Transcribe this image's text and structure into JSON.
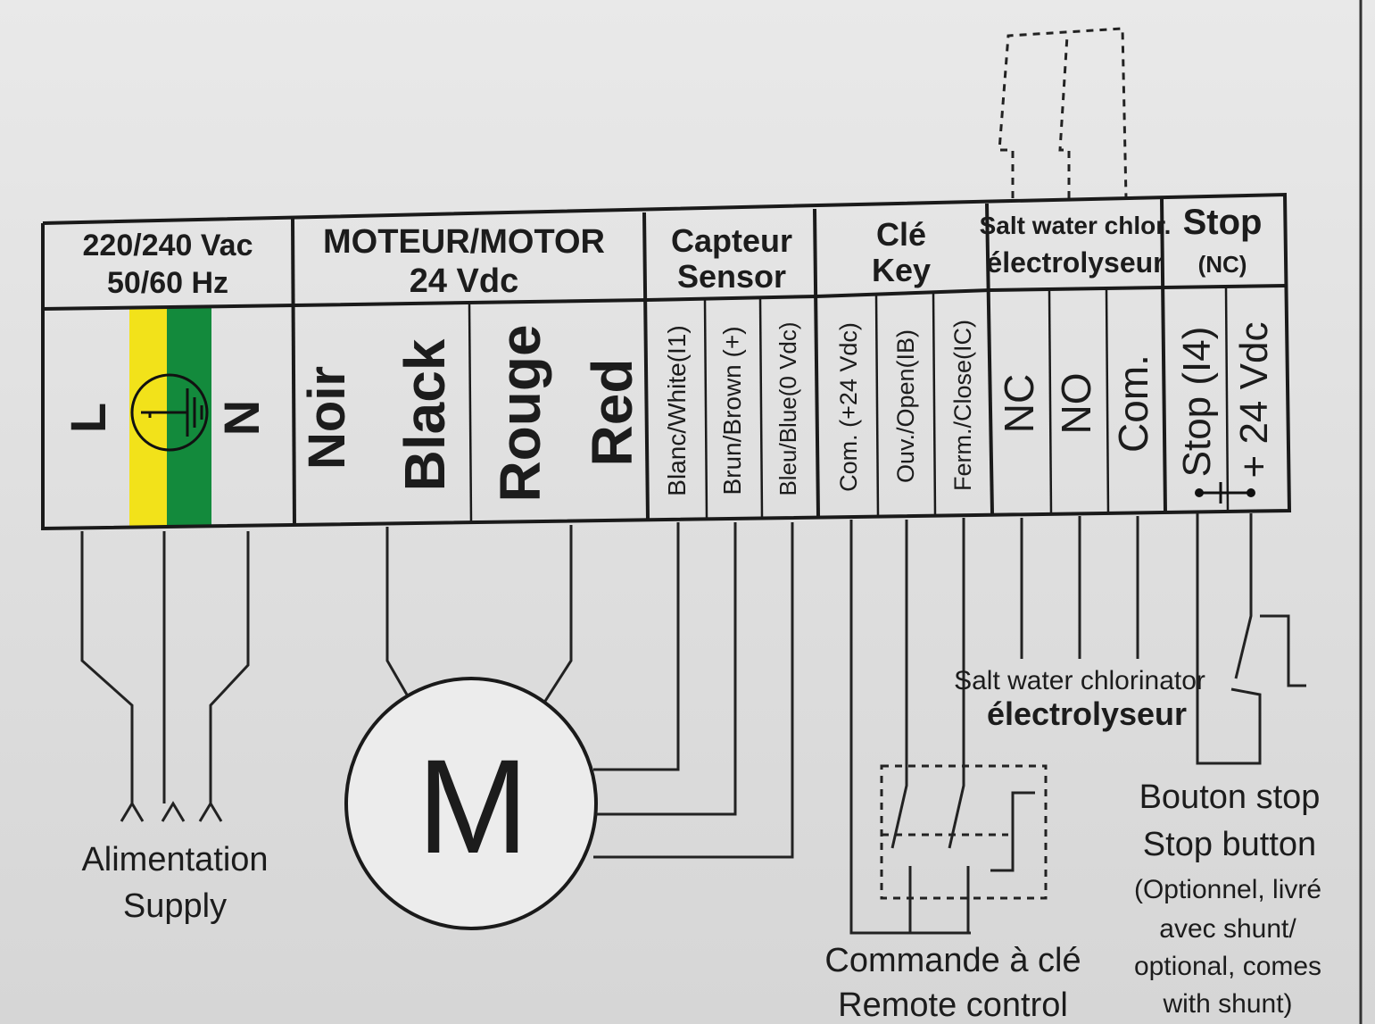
{
  "headers": {
    "power": [
      "220/240 Vac",
      "50/60 Hz"
    ],
    "motor": [
      "MOTEUR/MOTOR",
      "24 Vdc"
    ],
    "sensor": [
      "Capteur",
      "Sensor"
    ],
    "key": [
      "Clé",
      "Key"
    ],
    "chlorinator": [
      "Salt water chlor.",
      "électrolyseur"
    ],
    "stop": [
      "Stop",
      "(NC)"
    ]
  },
  "terminals": {
    "power": [
      "L",
      "N"
    ],
    "motor": [
      "Noir",
      "Black",
      "Rouge",
      "Red"
    ],
    "sensor": [
      "Blanc/White(I1)",
      "Brun/Brown (+)",
      "Bleu/Blue(0 Vdc)"
    ],
    "key": [
      "Com. (+24 Vdc)",
      "Ouv./Open(IB)",
      "Ferm./Close(IC)"
    ],
    "chlorinator": [
      "NC",
      "NO",
      "Com."
    ],
    "stop": [
      "Stop (I4)",
      "+ 24 Vdc"
    ]
  },
  "ground_colors": {
    "yellow": "#f2e21a",
    "green": "#138a3c"
  },
  "motor_symbol": "M",
  "captions": {
    "supply": [
      "Alimentation",
      "Supply"
    ],
    "chlorinator": [
      "Salt water chlorinator",
      "électrolyseur"
    ],
    "remote": [
      "Commande à clé",
      "Remote control"
    ],
    "stop_button": [
      "Bouton stop",
      "Stop button",
      "(Optionnel, livré",
      "avec shunt/",
      "optional, comes",
      "with shunt)"
    ]
  }
}
